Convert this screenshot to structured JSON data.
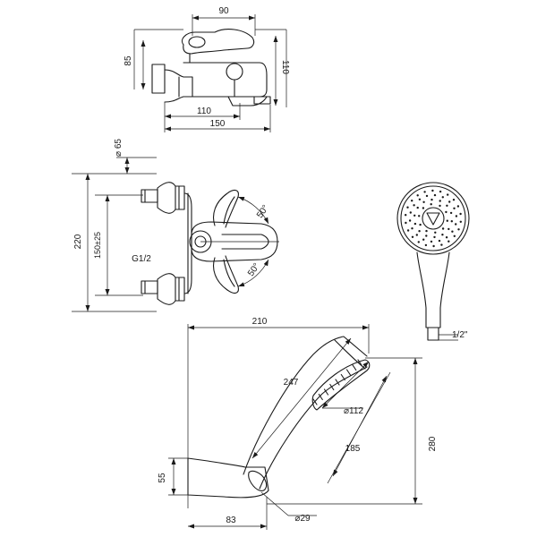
{
  "dimensions": {
    "top_view_width": "90",
    "top_view_left_height": "85",
    "top_view_right_height": "110",
    "top_view_spout_1": "110",
    "top_view_spout_2": "150",
    "inlet_diameter": "⌀ 65",
    "overall_height": "220",
    "inlet_spacing": "150±25",
    "thread": "G1/2",
    "angle_upper": "50°",
    "angle_lower": "50°",
    "holder_width": "210",
    "hand_shower_length": "247",
    "head_diameter": "⌀112",
    "head_offset": "185",
    "holder_height": "280",
    "bracket_height": "55",
    "bracket_depth": "83",
    "hose_diameter": "⌀29",
    "connection_thread": "1/2\""
  }
}
